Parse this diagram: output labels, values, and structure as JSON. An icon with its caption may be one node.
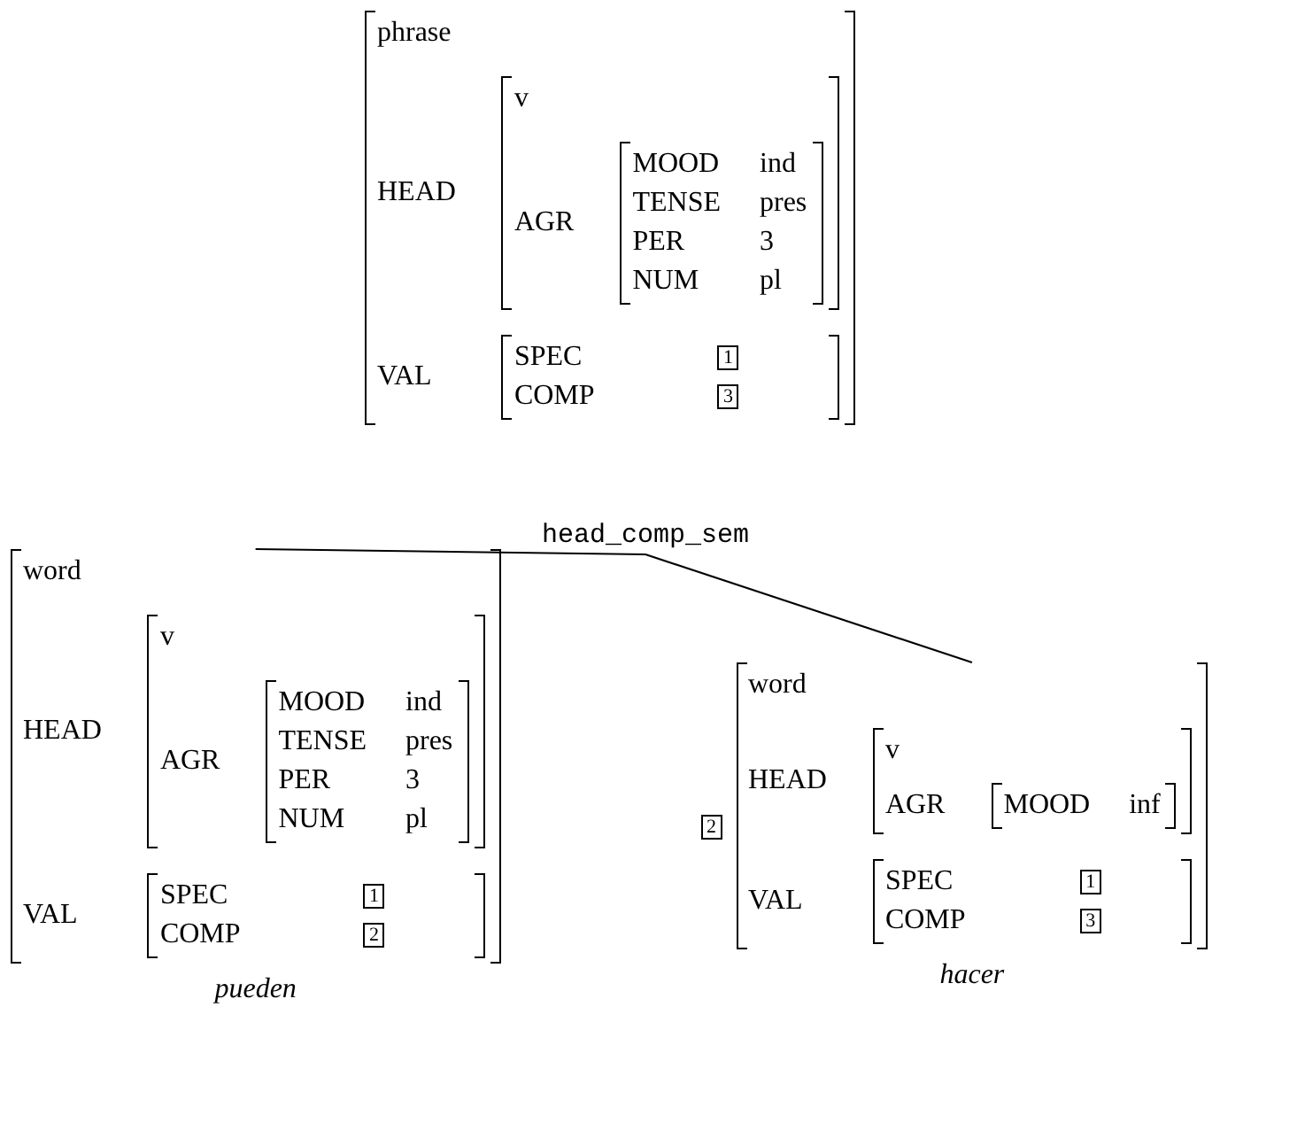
{
  "diagram": {
    "nodes": [
      {
        "text": [
          "phrase",
          "HEAD",
          "VAL"
        ]
      },
      {
        "text": [
          "v",
          "AGR"
        ],
        "in": 0
      },
      {
        "text": [
          "MOOD",
          "ind",
          "TENSE",
          "pres",
          "PER",
          "3",
          "NUM",
          "pl"
        ],
        "in": 1
      },
      {
        "text": [
          "SPEC",
          "1",
          "COMP",
          "3"
        ],
        "in": 0
      },
      {
        "text": [
          "head_comp_sem"
        ]
      },
      {
        "text": [
          "word",
          "HEAD",
          "VAL"
        ],
        "beside": [
          "pueden"
        ]
      },
      {
        "text": [
          "v",
          "AGR"
        ],
        "in": 5
      },
      {
        "text": [
          "MOOD",
          "ind",
          "TENSE",
          "pres",
          "PER",
          "3",
          "NUM",
          "pl"
        ],
        "in": 6
      },
      {
        "text": [
          "SPEC",
          "1",
          "COMP",
          "2"
        ],
        "in": 5
      },
      {
        "text": [
          "word",
          "HEAD",
          "VAL"
        ],
        "beside": [
          "2",
          "hacer"
        ]
      },
      {
        "text": [
          "v",
          "AGR"
        ],
        "in": 9
      },
      {
        "text": [
          "MOOD",
          "inf"
        ],
        "in": 10
      },
      {
        "text": [
          "SPEC",
          "1",
          "COMP",
          "3"
        ],
        "in": 9
      }
    ],
    "edges": [
      {
        "from": 4,
        "to": 5,
        "arrow": "none"
      },
      {
        "from": 4,
        "to": 9,
        "arrow": "none"
      }
    ]
  }
}
